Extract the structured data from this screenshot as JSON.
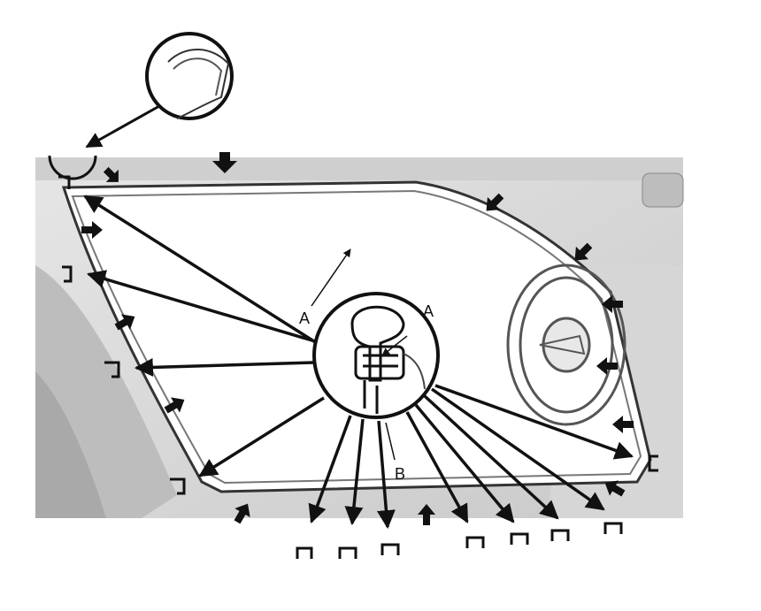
{
  "labels": {
    "callout_a_detail": "A",
    "callout_a_view": "A",
    "callout_b": "B"
  },
  "icons": {
    "clip": "clip-bracket-icon",
    "push_direction": "push-arrow-icon",
    "detail_magnifier": "magnifier-circle-icon"
  },
  "colors": {
    "line": "#111111",
    "body_panel": "#d9d9d9",
    "body_shadow": "#bfbfbf",
    "glass": "#ffffff"
  }
}
